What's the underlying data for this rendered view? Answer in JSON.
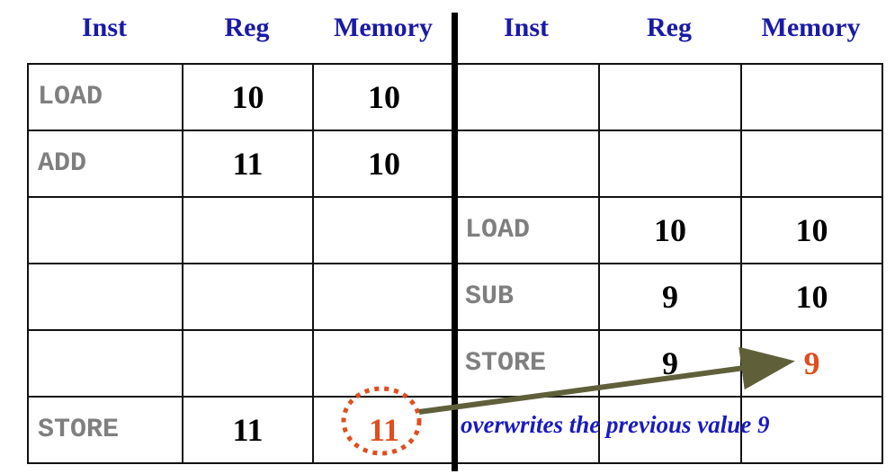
{
  "headers": [
    "Inst",
    "Reg",
    "Memory",
    "Inst",
    "Reg",
    "Memory"
  ],
  "rows": [
    [
      "LOAD",
      "10",
      "10",
      "",
      "",
      ""
    ],
    [
      "ADD",
      "11",
      "10",
      "",
      "",
      ""
    ],
    [
      "",
      "",
      "",
      "LOAD",
      "10",
      "10"
    ],
    [
      "",
      "",
      "",
      "SUB",
      "9",
      "10"
    ],
    [
      "",
      "",
      "",
      "STORE",
      "9",
      "9"
    ],
    [
      "STORE",
      "11",
      "11",
      "",
      "",
      ""
    ]
  ],
  "note": "overwrites the previous value 9",
  "colors": {
    "header_text": "#1a1aa8",
    "instruction_text": "#7f7f7f",
    "value_text": "#000000",
    "highlight_value": "#e04e1f",
    "note_text": "#1a1ac0",
    "arrow": "#5f5f3a"
  }
}
